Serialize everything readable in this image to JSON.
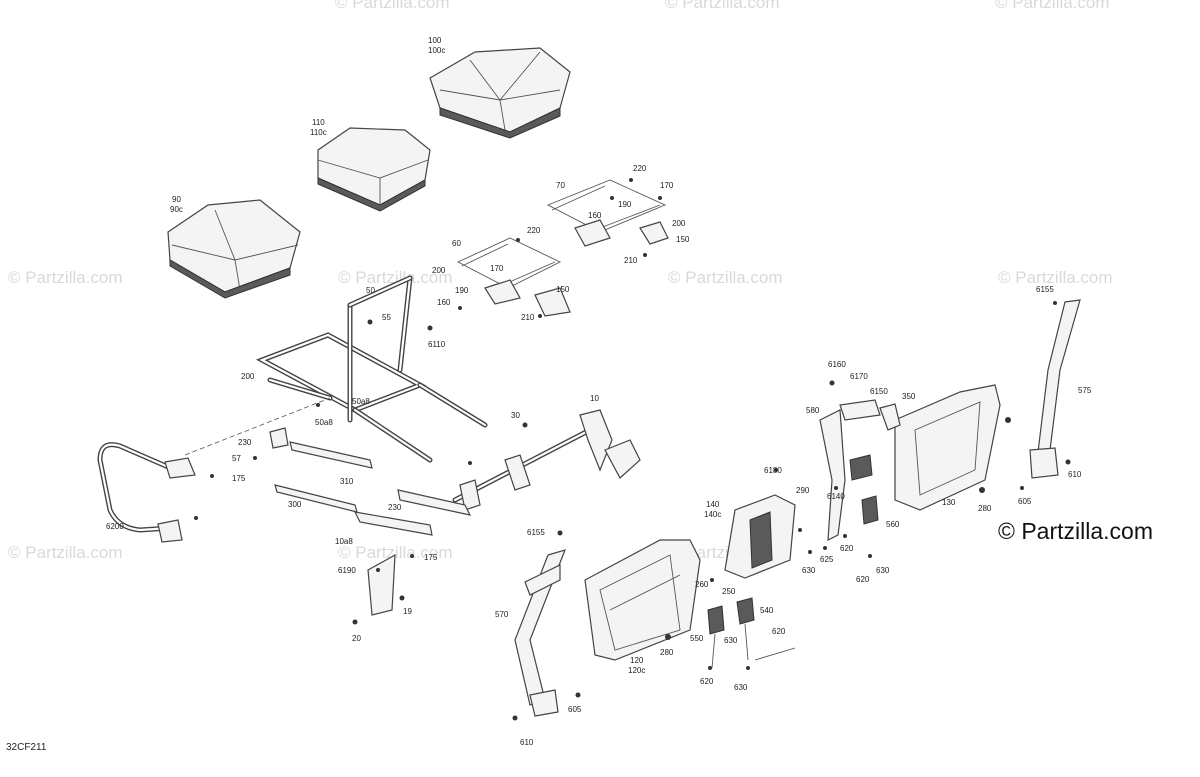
{
  "diagram": {
    "code": "32CF211",
    "brand_notice": "© Partzilla.com",
    "watermark_text": "© Partzilla.com",
    "callouts": [
      {
        "id": "c1",
        "text": "100"
      },
      {
        "id": "c2",
        "text": "100c"
      },
      {
        "id": "c3",
        "text": "110"
      },
      {
        "id": "c4",
        "text": "110c"
      },
      {
        "id": "c5",
        "text": "90"
      },
      {
        "id": "c6",
        "text": "90c"
      },
      {
        "id": "c7",
        "text": "220"
      },
      {
        "id": "c8",
        "text": "70"
      },
      {
        "id": "c9",
        "text": "170"
      },
      {
        "id": "c10",
        "text": "190"
      },
      {
        "id": "c11",
        "text": "160"
      },
      {
        "id": "c12",
        "text": "200"
      },
      {
        "id": "c13",
        "text": "150"
      },
      {
        "id": "c14",
        "text": "210"
      },
      {
        "id": "c15",
        "text": "220"
      },
      {
        "id": "c16",
        "text": "60"
      },
      {
        "id": "c17",
        "text": "170"
      },
      {
        "id": "c18",
        "text": "200"
      },
      {
        "id": "c19",
        "text": "190"
      },
      {
        "id": "c20",
        "text": "150"
      },
      {
        "id": "c21",
        "text": "160"
      },
      {
        "id": "c22",
        "text": "210"
      },
      {
        "id": "c23",
        "text": "50"
      },
      {
        "id": "c24",
        "text": "55"
      },
      {
        "id": "c25",
        "text": "6110"
      },
      {
        "id": "c26",
        "text": "200"
      },
      {
        "id": "c27",
        "text": "50a8"
      },
      {
        "id": "c28",
        "text": "50a8"
      },
      {
        "id": "c29",
        "text": "10"
      },
      {
        "id": "c30",
        "text": "30"
      },
      {
        "id": "c31",
        "text": "230"
      },
      {
        "id": "c32",
        "text": "57"
      },
      {
        "id": "c33",
        "text": "175"
      },
      {
        "id": "c34",
        "text": "310"
      },
      {
        "id": "c35",
        "text": "300"
      },
      {
        "id": "c36",
        "text": "6200"
      },
      {
        "id": "c37",
        "text": "230"
      },
      {
        "id": "c38",
        "text": "10a8"
      },
      {
        "id": "c39",
        "text": "175"
      },
      {
        "id": "c40",
        "text": "6190"
      },
      {
        "id": "c41",
        "text": "19"
      },
      {
        "id": "c42",
        "text": "20"
      },
      {
        "id": "c43",
        "text": "6155"
      },
      {
        "id": "c44",
        "text": "570"
      },
      {
        "id": "c45",
        "text": "605"
      },
      {
        "id": "c46",
        "text": "610"
      },
      {
        "id": "c47",
        "text": "120"
      },
      {
        "id": "c48",
        "text": "120c"
      },
      {
        "id": "c49",
        "text": "280"
      },
      {
        "id": "c50",
        "text": "260"
      },
      {
        "id": "c51",
        "text": "250"
      },
      {
        "id": "c52",
        "text": "140"
      },
      {
        "id": "c53",
        "text": "140c"
      },
      {
        "id": "c54",
        "text": "6180"
      },
      {
        "id": "c55",
        "text": "290"
      },
      {
        "id": "c56",
        "text": "625"
      },
      {
        "id": "c57",
        "text": "630"
      },
      {
        "id": "c58",
        "text": "620"
      },
      {
        "id": "c59",
        "text": "550"
      },
      {
        "id": "c60",
        "text": "630"
      },
      {
        "id": "c61",
        "text": "620"
      },
      {
        "id": "c62",
        "text": "540"
      },
      {
        "id": "c63",
        "text": "620"
      },
      {
        "id": "c64",
        "text": "630"
      },
      {
        "id": "c65",
        "text": "6160"
      },
      {
        "id": "c66",
        "text": "6170"
      },
      {
        "id": "c67",
        "text": "6150"
      },
      {
        "id": "c68",
        "text": "580"
      },
      {
        "id": "c69",
        "text": "350"
      },
      {
        "id": "c70",
        "text": "6140"
      },
      {
        "id": "c71",
        "text": "560"
      },
      {
        "id": "c72",
        "text": "620"
      },
      {
        "id": "c73",
        "text": "630"
      },
      {
        "id": "c74",
        "text": "130"
      },
      {
        "id": "c75",
        "text": "280"
      },
      {
        "id": "c76",
        "text": "6155"
      },
      {
        "id": "c77",
        "text": "575"
      },
      {
        "id": "c78",
        "text": "605"
      },
      {
        "id": "c79",
        "text": "610"
      }
    ]
  }
}
